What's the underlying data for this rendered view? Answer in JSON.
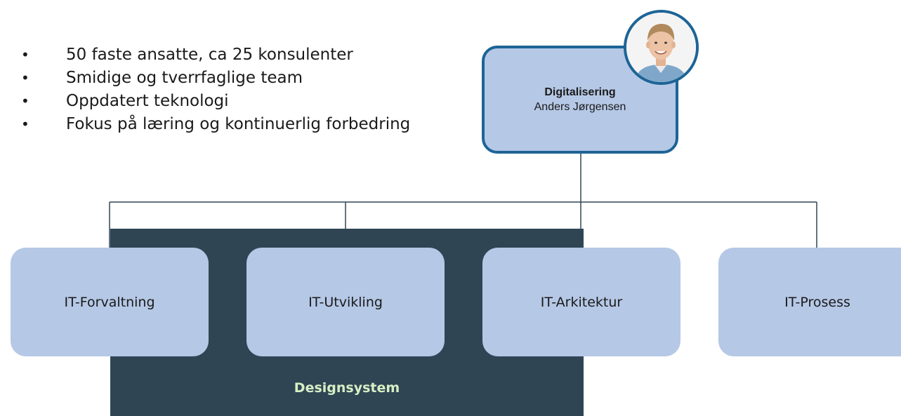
{
  "bullets": [
    "50 faste ansatte, ca 25 konsulenter",
    "Smidige og tverrfaglige team",
    "Oppdatert teknologi",
    "Fokus på læring og kontinuerlig forbedring"
  ],
  "bullet_symbol": "•",
  "head": {
    "title": "Digitalisering",
    "name": "Anders Jørgensen"
  },
  "units": [
    {
      "label": "IT-Forvaltning"
    },
    {
      "label": "IT-Utvikling"
    },
    {
      "label": "IT-Arkitektur"
    },
    {
      "label": "IT-Prosess"
    }
  ],
  "design_system": {
    "label": "Designsystem"
  },
  "colors": {
    "box_fill": "#b5c8e6",
    "head_border": "#1d6496",
    "design_area": "#2f4554",
    "design_label": "#d6efc4",
    "connector": "#2f4554"
  }
}
